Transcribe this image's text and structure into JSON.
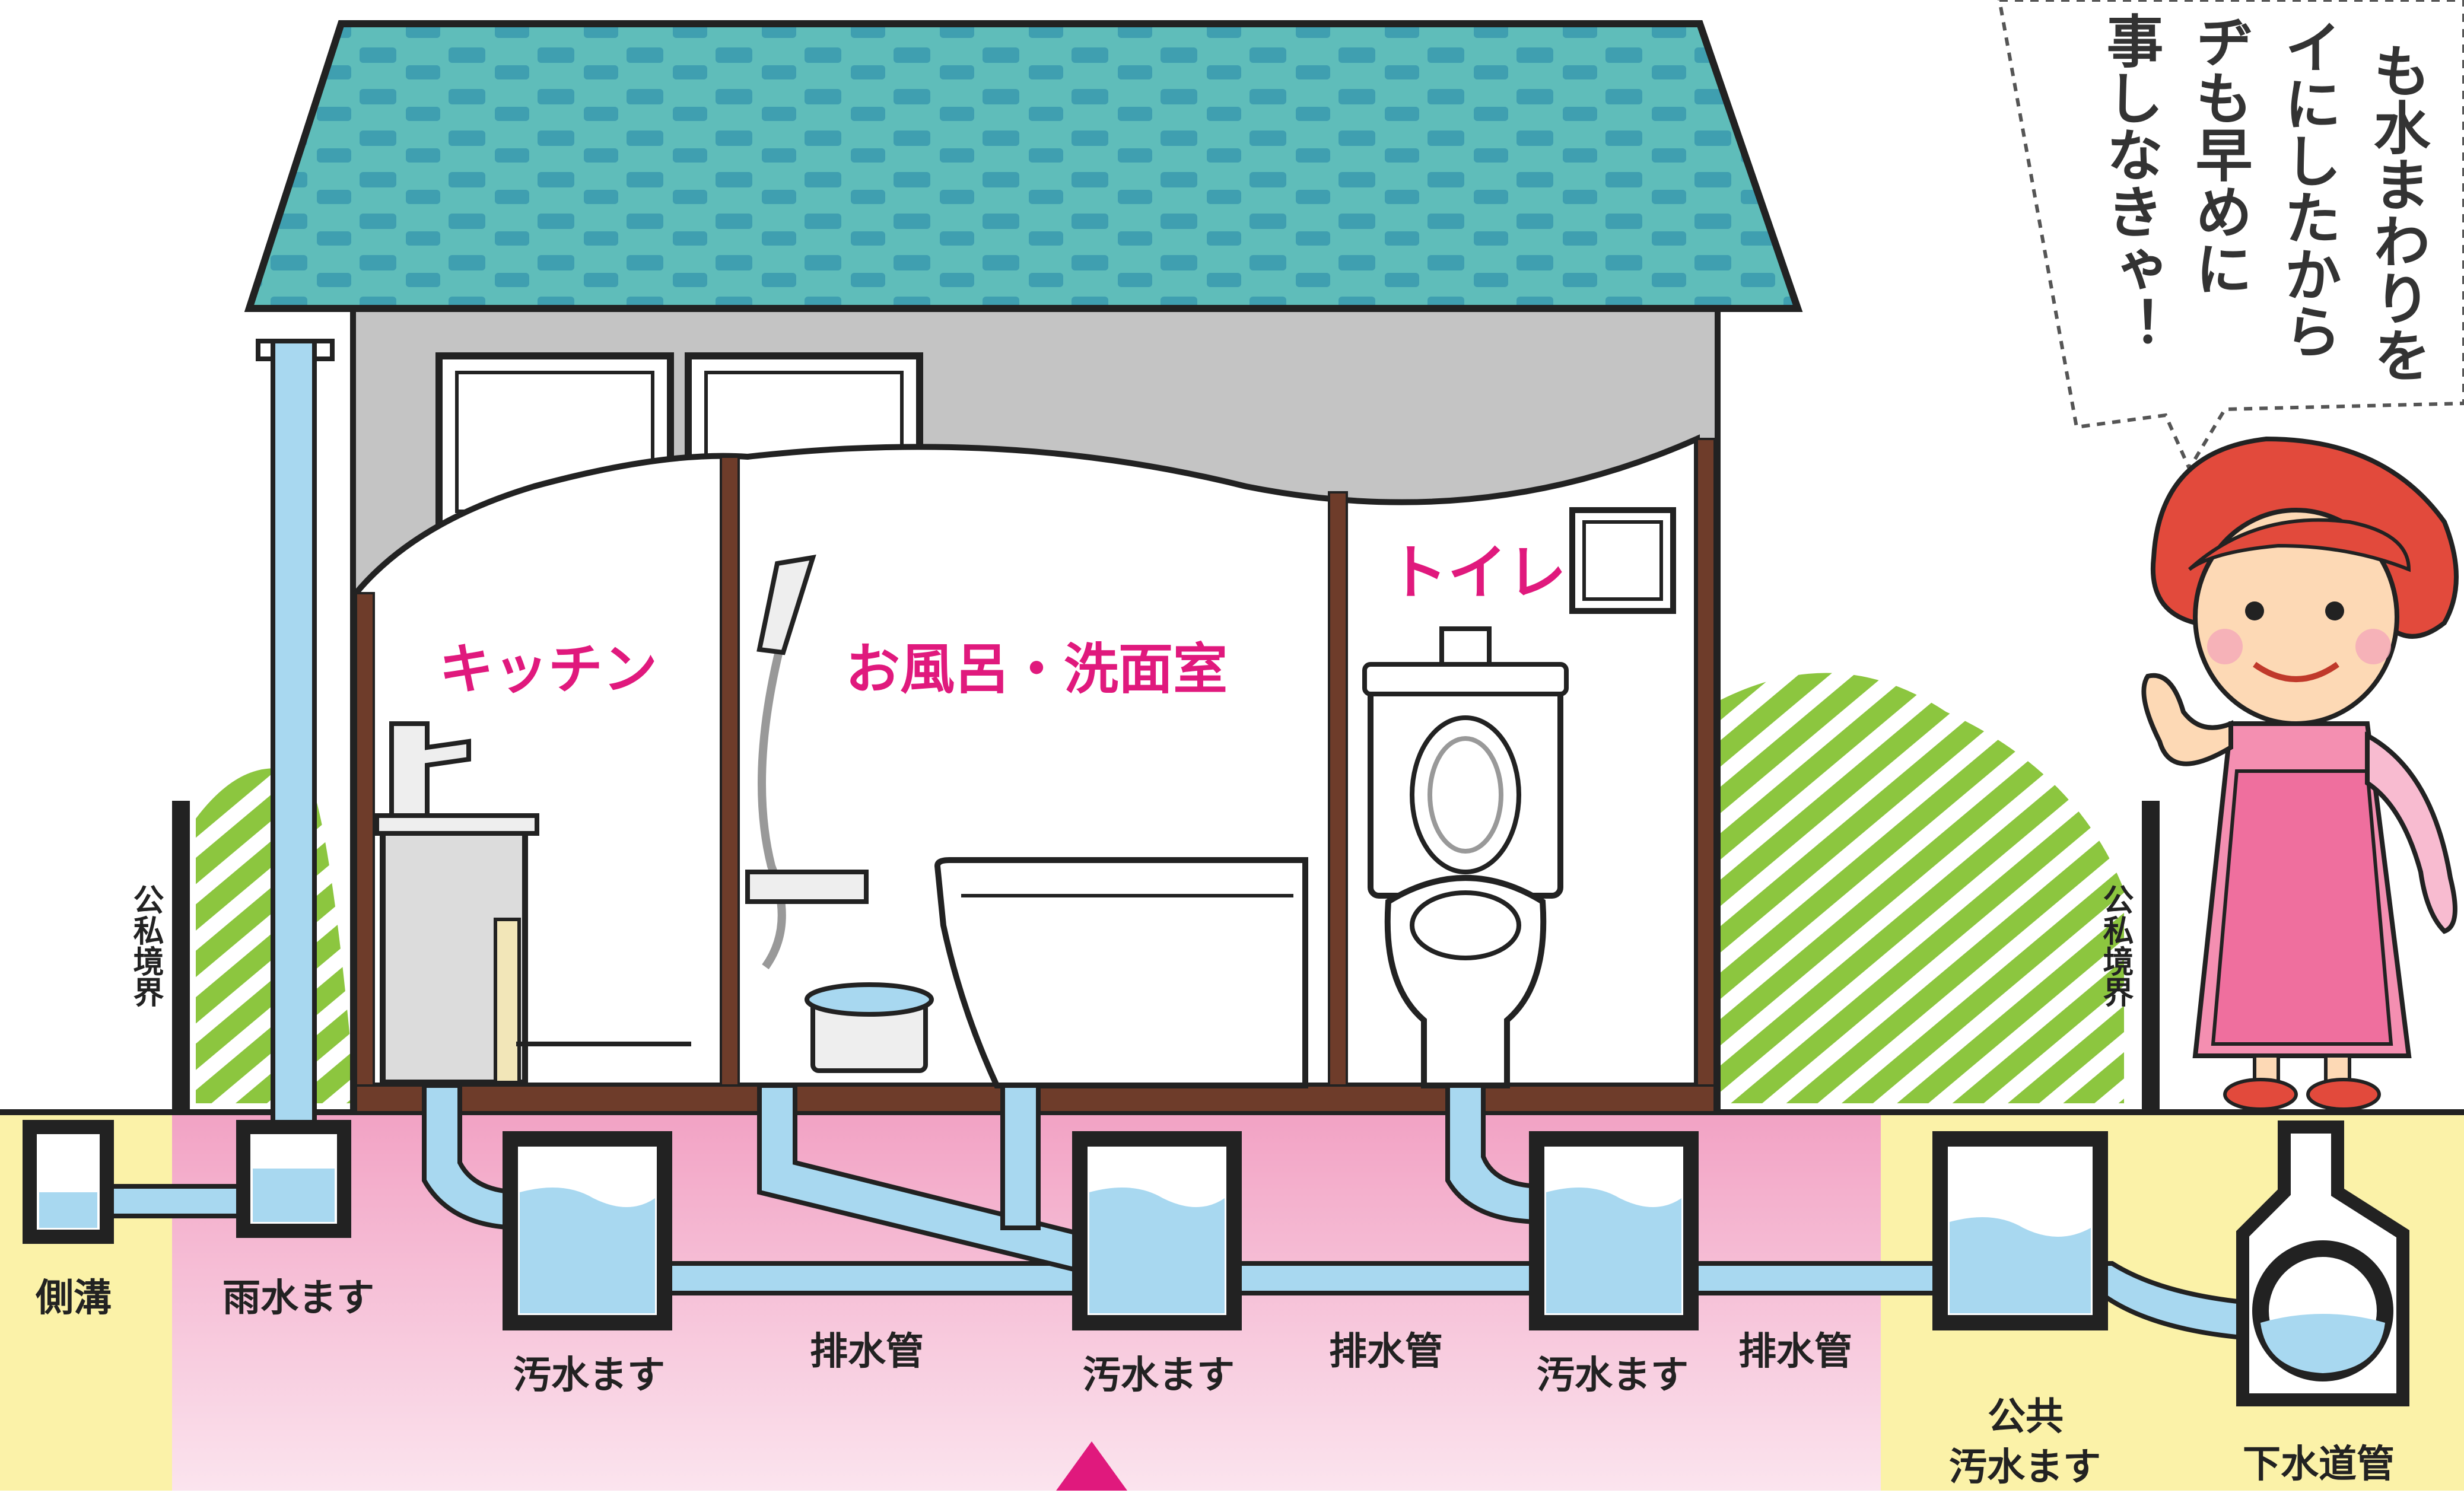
{
  "rooms": {
    "kitchen": "キッチン",
    "bath": "お風呂・洗面室",
    "toilet": "トイレ"
  },
  "boundary": {
    "left": "公私境界",
    "right": "公私境界"
  },
  "ground_labels": {
    "gutter": "側溝",
    "rain_basin": "雨水ます",
    "sewage_basin_1": "汚水ます",
    "drain_pipe_1": "排水管",
    "sewage_basin_2": "汚水ます",
    "drain_pipe_2": "排水管",
    "sewage_basin_3": "汚水ます",
    "drain_pipe_3": "排水管",
    "public_basin_line1": "公共",
    "public_basin_line2": "汚水ます",
    "sewer_main": "下水道管"
  },
  "speech_bubble": {
    "line1": "も水まわりを",
    "line2": "イにしたから",
    "line3": "ヂも早めに",
    "line4": "事しなきゃ！"
  },
  "colors": {
    "roof": "#4fb3b0",
    "label_pink": "#e0197d",
    "ground_yellow": "#fbf2a8",
    "ground_pink": "#f2a8c8",
    "water": "#a8d8f0",
    "grass": "#8cc63f",
    "wall_gray": "#c8c8c8"
  }
}
